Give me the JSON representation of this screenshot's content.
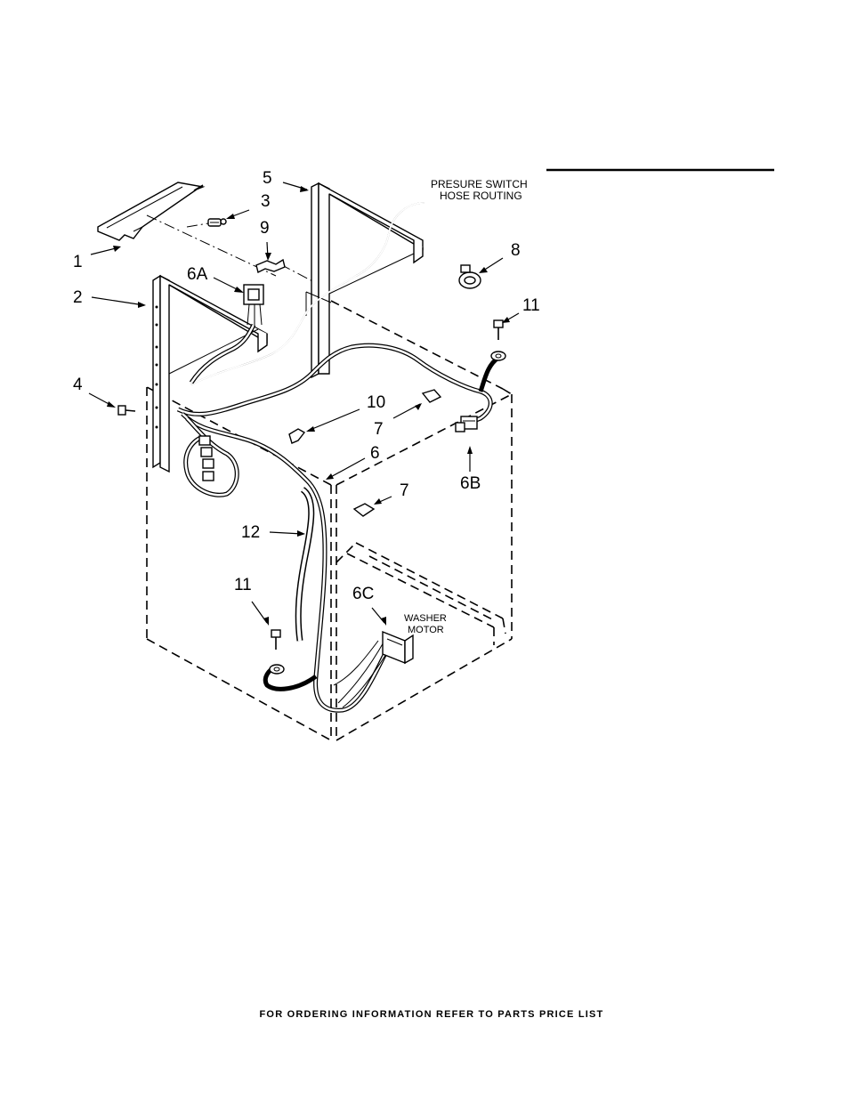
{
  "callouts": {
    "c1": "1",
    "c2": "2",
    "c3": "3",
    "c4": "4",
    "c5": "5",
    "c6": "6",
    "c6a": "6A",
    "c6b": "6B",
    "c6c": "6C",
    "c7a": "7",
    "c7b": "7",
    "c8": "8",
    "c9": "9",
    "c10": "10",
    "c11a": "11",
    "c11b": "11",
    "c12": "12"
  },
  "notes": {
    "pressure_switch_line1": "PRESURE SWITCH",
    "pressure_switch_line2": "HOSE ROUTING",
    "washer_motor_line1": "WASHER",
    "washer_motor_line2": "MOTOR"
  },
  "footer": "FOR ORDERING INFORMATION REFER TO PARTS PRICE LIST"
}
